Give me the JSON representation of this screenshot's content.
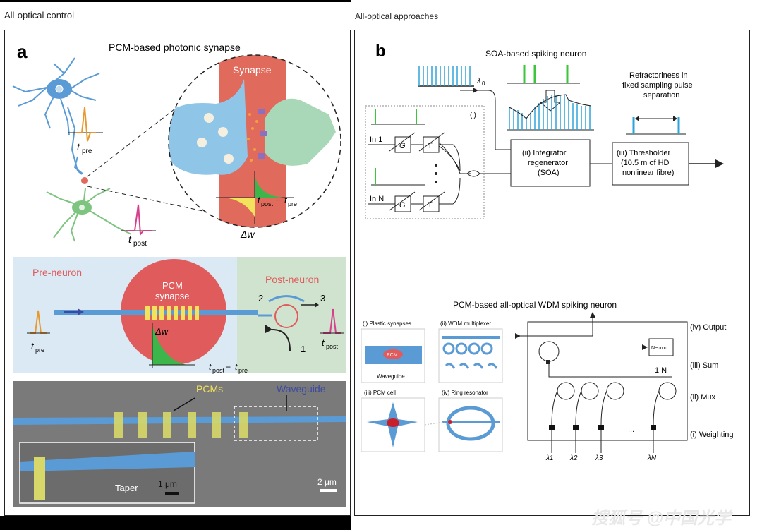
{
  "headers": {
    "left": "All-optical control",
    "right": "All-optical approaches"
  },
  "panel_a": {
    "letter": "a",
    "title": "PCM-based photonic synapse",
    "synapse_label": "Synapse",
    "t_pre": "t",
    "t_pre_sub": "pre",
    "t_post": "t",
    "t_post_sub": "post",
    "delta_w": "Δw",
    "diff_label_t1": "t",
    "diff_label_s1": "post",
    "diff_label_mid": " − ",
    "diff_label_t2": "t",
    "diff_label_s2": "pre",
    "pre_neuron": "Pre-neuron",
    "post_neuron": "Post-neuron",
    "pcm_synapse_1": "PCM",
    "pcm_synapse_2": "synapse",
    "port_1": "1",
    "port_2": "2",
    "port_3": "3",
    "sem_pcms": "PCMs",
    "sem_waveguide": "Waveguide",
    "sem_taper": "Taper",
    "sem_scale_inset": "1 μm",
    "sem_scale_main": "2 μm"
  },
  "panel_b": {
    "letter": "b",
    "soa_title": "SOA-based spiking neuron",
    "lambda0": "λ",
    "lambda0_sub": "0",
    "refractoriness_1": "Refractoriness in",
    "refractoriness_2": "fixed sampling pulse",
    "refractoriness_3": "separation",
    "box_i": "(i)",
    "in_1": "In 1",
    "in_n": "In N",
    "g_label": "G",
    "t_label": "T",
    "integrator_1": "(ii) Integrator",
    "integrator_2": "regenerator",
    "integrator_3": "(SOA)",
    "thresholder_1": "(iii) Thresholder",
    "thresholder_2": "(10.5 m of HD",
    "thresholder_3": "nonlinear fibre)",
    "wdm_title": "PCM-based all-optical WDM spiking neuron",
    "plastic_synapses": "(i) Plastic synapses",
    "wdm_multiplexer": "(ii) WDM multiplexer",
    "pcm_cell": "(iii) PCM cell",
    "ring_resonator": "(iv) Ring resonator",
    "pcm_chip": "PCM",
    "waveguide_small": "Waveguide",
    "neuron_label": "Neuron",
    "neuron_n": "1   N",
    "out_iv": "(iv) Output",
    "out_iii": "(iii) Sum",
    "out_ii": "(ii) Mux",
    "out_i": "(i) Weighting",
    "ellipsis": "...",
    "lambdas": [
      "λ1",
      "λ2",
      "λ3",
      "λN"
    ]
  },
  "watermark": "搜狐号 @中国光学",
  "colors": {
    "neuron_blue": "#5b9bd5",
    "neuron_green": "#7cc47f",
    "synapse_red": "#e06b5c",
    "pulse_orange": "#e69a2e",
    "pulse_pink": "#d63f8c",
    "pcm_yellow": "#f3e25b",
    "spike_green": "#3cc63c",
    "spike_blue": "#2fa3d8"
  }
}
